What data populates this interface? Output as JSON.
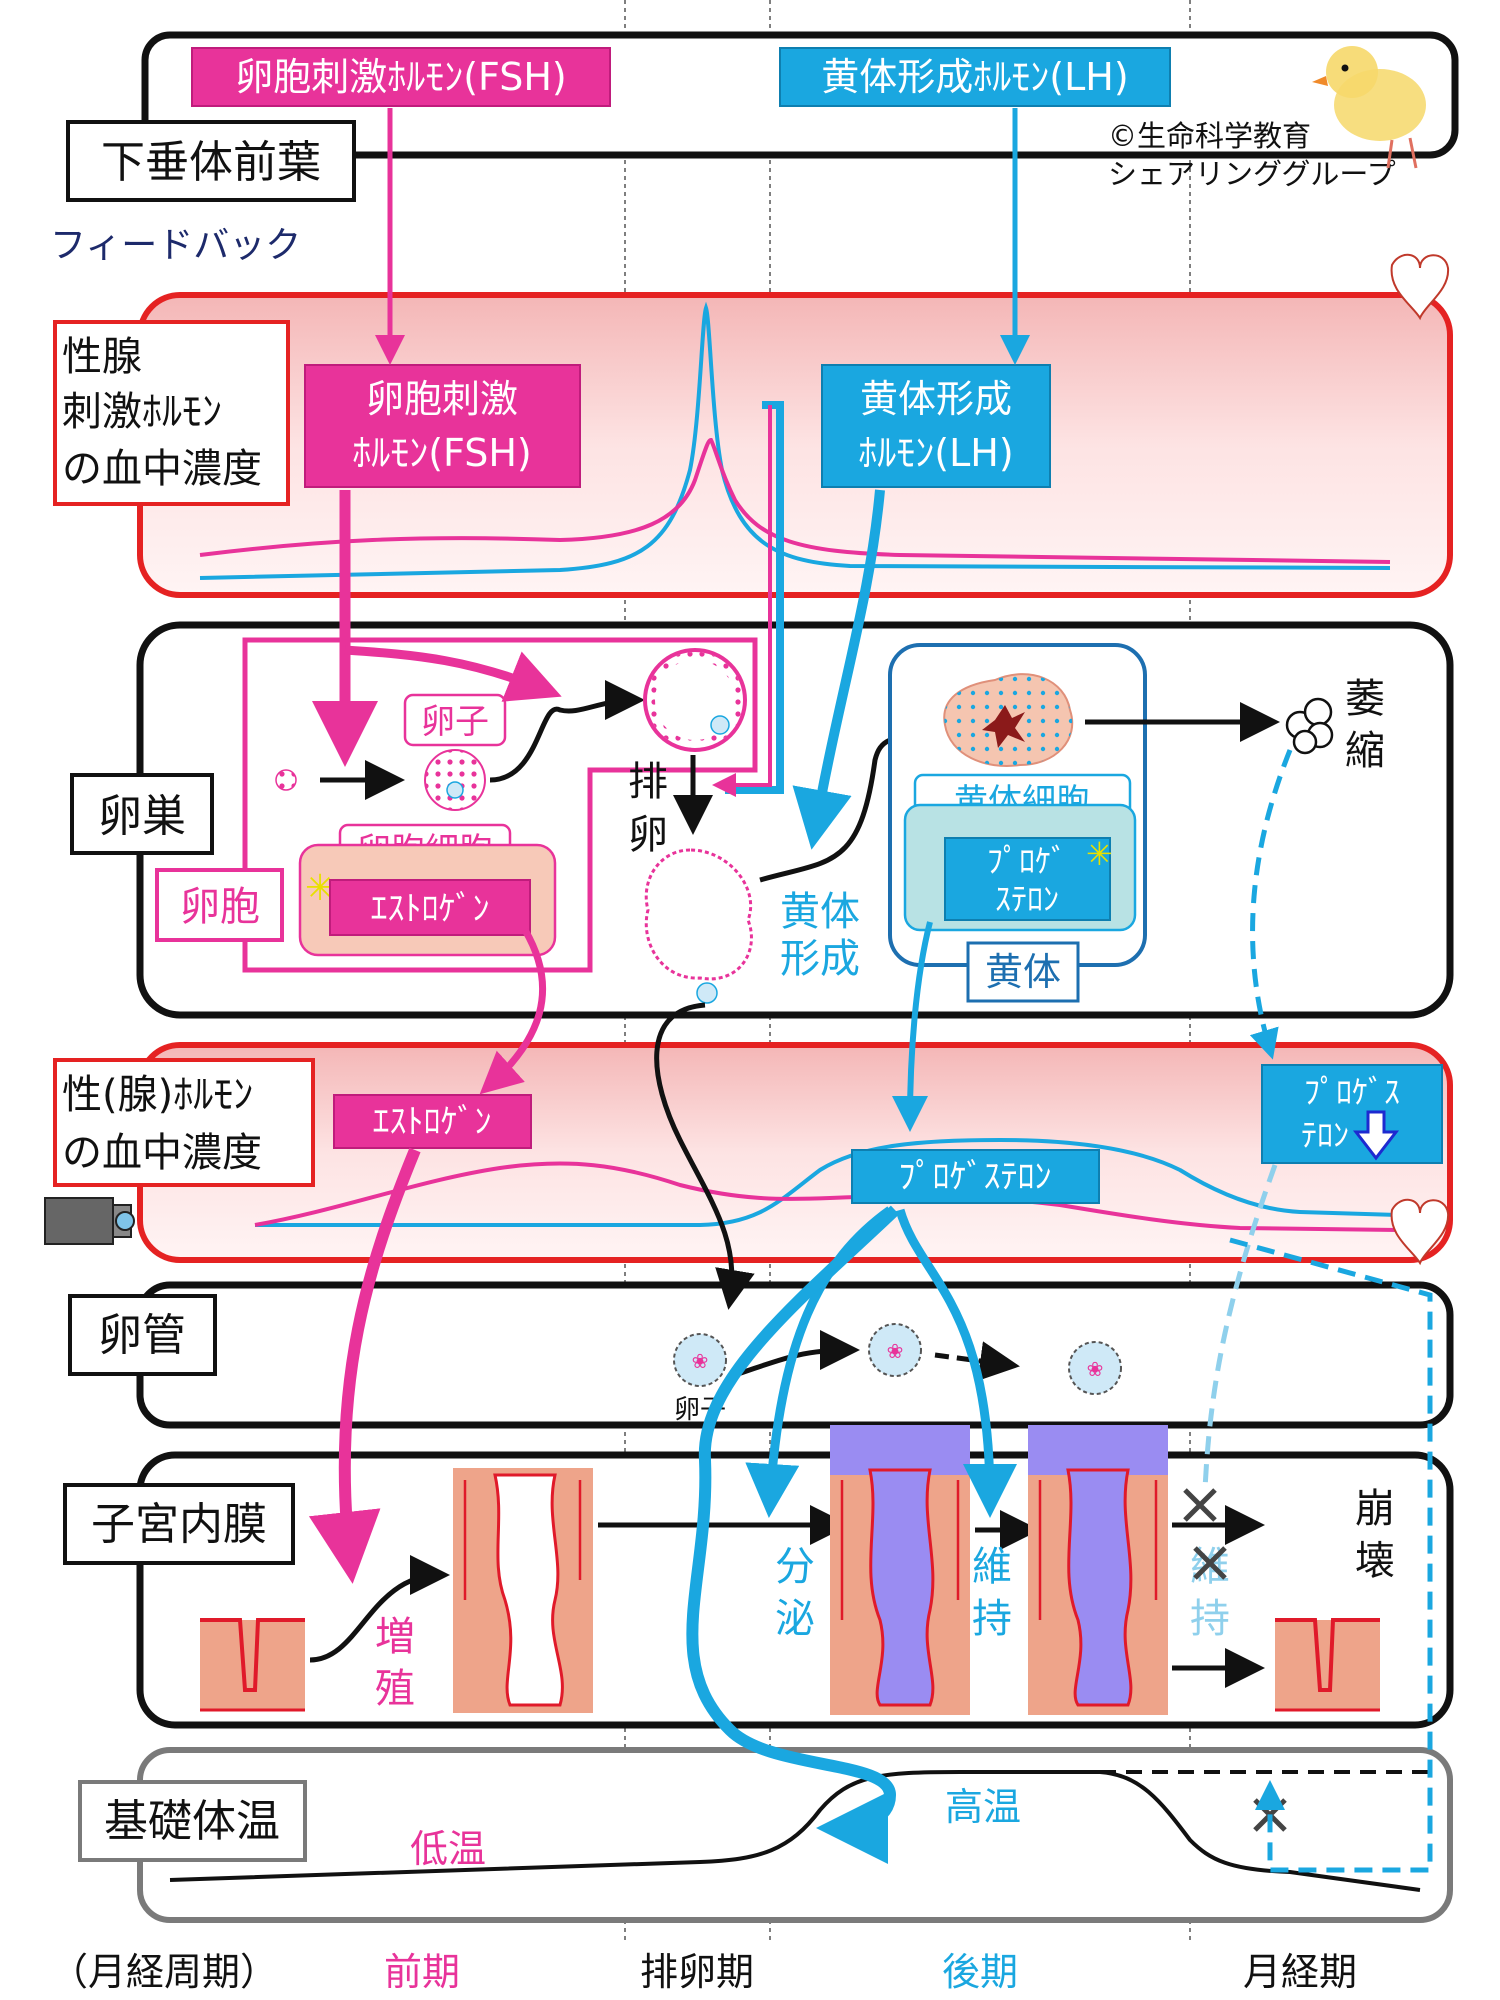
{
  "colors": {
    "pink": "#e8339a",
    "cyan": "#1aa7e0",
    "red": "#e52222",
    "dark": "#111111",
    "navy": "#1d2a6b",
    "grey": "#7a7a7a",
    "lavender": "#9a8cf2",
    "tissue": "#eea48a"
  },
  "labels": {
    "fsh_top": "卵胞刺激ﾎﾙﾓﾝ(FSH)",
    "lh_top": "黄体形成ﾎﾙﾓﾝ(LH)",
    "pituitary": "下垂体前葉",
    "copyright_1": "©生命科学教育",
    "copyright_2": "シェアリンググループ",
    "feedback": "フィードバック",
    "gonado_1": "性腺",
    "gonado_2": "刺激ﾎﾙﾓﾝ",
    "gonado_3": "の血中濃度",
    "fsh_mid_1": "卵胞刺激",
    "fsh_mid_2": "ﾎﾙﾓﾝ(FSH)",
    "lh_mid_1": "黄体形成",
    "lh_mid_2": "ﾎﾙﾓﾝ(LH)",
    "ovary": "卵巣",
    "ovum": "卵子",
    "follicle_cell": "卵胞細胞",
    "follicle": "卵胞",
    "estrogen_box": "ｴｽﾄﾛｹﾞﾝ",
    "ovulation_1": "排",
    "ovulation_2": "卵",
    "corpus_form_1": "黄体",
    "corpus_form_2": "形成",
    "luteal_cell": "黄体細胞",
    "progesterone_box_1": "ﾌﾟﾛｹﾞ",
    "progesterone_box_2": "ｽﾃﾛﾝ",
    "corpus_luteum": "黄体",
    "atrophy_1": "萎",
    "atrophy_2": "縮",
    "sex_hormone_1": "性(腺)ﾎﾙﾓﾝ",
    "sex_hormone_2": "の血中濃度",
    "estrogen_blood": "ｴｽﾄﾛｹﾞﾝ",
    "progesterone_blood": "ﾌﾟﾛｹﾞｽﾃﾛﾝ",
    "progesterone_drop_1": "ﾌﾟﾛｹﾞｽ",
    "progesterone_drop_2": "ﾃﾛﾝ",
    "oviduct": "卵管",
    "ovum_small": "卵子",
    "endometrium": "子宮内膜",
    "proliferation_1": "増",
    "proliferation_2": "殖",
    "secretion_1": "分",
    "secretion_2": "泌",
    "maintain_1": "維",
    "maintain_2": "持",
    "maintain2_1": "維",
    "maintain2_2": "持",
    "collapse_1": "崩",
    "collapse_2": "壊",
    "bbt": "基礎体温",
    "low_temp": "低温",
    "high_temp": "高温",
    "cycle": "（月経周期）",
    "phase_follicular": "前期",
    "phase_ovulation": "排卵期",
    "phase_luteal": "後期",
    "phase_menstrual": "月経期"
  }
}
